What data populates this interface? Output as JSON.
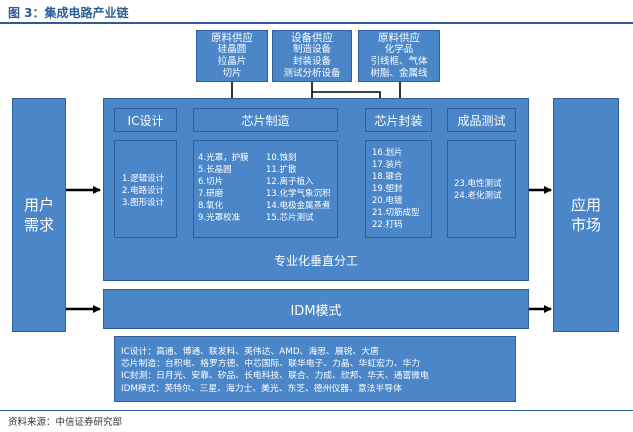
{
  "title": "图 3：集成电路产业链",
  "source": "资料来源：中信证券研究部",
  "suppliers": [
    {
      "head": "原料供应",
      "items": [
        "硅晶圆",
        "拉晶片",
        "切片"
      ]
    },
    {
      "head": "设备供应",
      "items": [
        "制造设备",
        "封装设备",
        "测试分析设备"
      ]
    },
    {
      "head": "原料供应",
      "items": [
        "化学品",
        "引线框、气体",
        "树脂、金属线"
      ]
    }
  ],
  "user_demand": {
    "line1": "用户",
    "line2": "需求"
  },
  "app_market": {
    "line1": "应用",
    "line2": "市场"
  },
  "stages": {
    "ic_design": "IC设计",
    "chip_manufacturing": "芯片制造",
    "chip_packaging": "芯片封装",
    "final_test": "成品测试"
  },
  "design_steps": [
    "1.逻辑设计",
    "2.电路设计",
    "3.图形设计"
  ],
  "manufacturing_steps_a": [
    "4.光罩，护膜",
    "5.长晶圆",
    "6.切片",
    "7.研磨",
    "8.氧化",
    "9.光罩校准"
  ],
  "manufacturing_steps_b": [
    "10.蚀刻",
    "11.扩散",
    "12.离子植入",
    "13.化学气象沉积",
    "14.电极金属蒸煮",
    "15.芯片测试"
  ],
  "packaging_steps": [
    "16.划片",
    "17.装片",
    "18.键合",
    "19.塑封",
    "20.电镀",
    "21.切筋成型",
    "22.打码"
  ],
  "test_steps": [
    "23.电性测试",
    "24.老化测试"
  ],
  "specialization_label": "专业化垂直分工",
  "idm_label": "IDM模式",
  "companies": [
    "IC设计：高通、博通、联发科、英伟达、AMD、海思、展锐、大唐",
    "芯片制造：台积电、格罗方德、中芯国际、联华电子、力晶、华虹宏力、华力",
    "IC封测：日月光、安靠、矽品、长电科技、联合、力成、欣邦、华天、通富微电",
    "IDM模式：英特尔、三星、海力士、美光、东芝、德州仪器、意法半导体"
  ],
  "colors": {
    "box": "#4a86c8",
    "border": "#2f5f96",
    "title": "#2a5c9a"
  }
}
